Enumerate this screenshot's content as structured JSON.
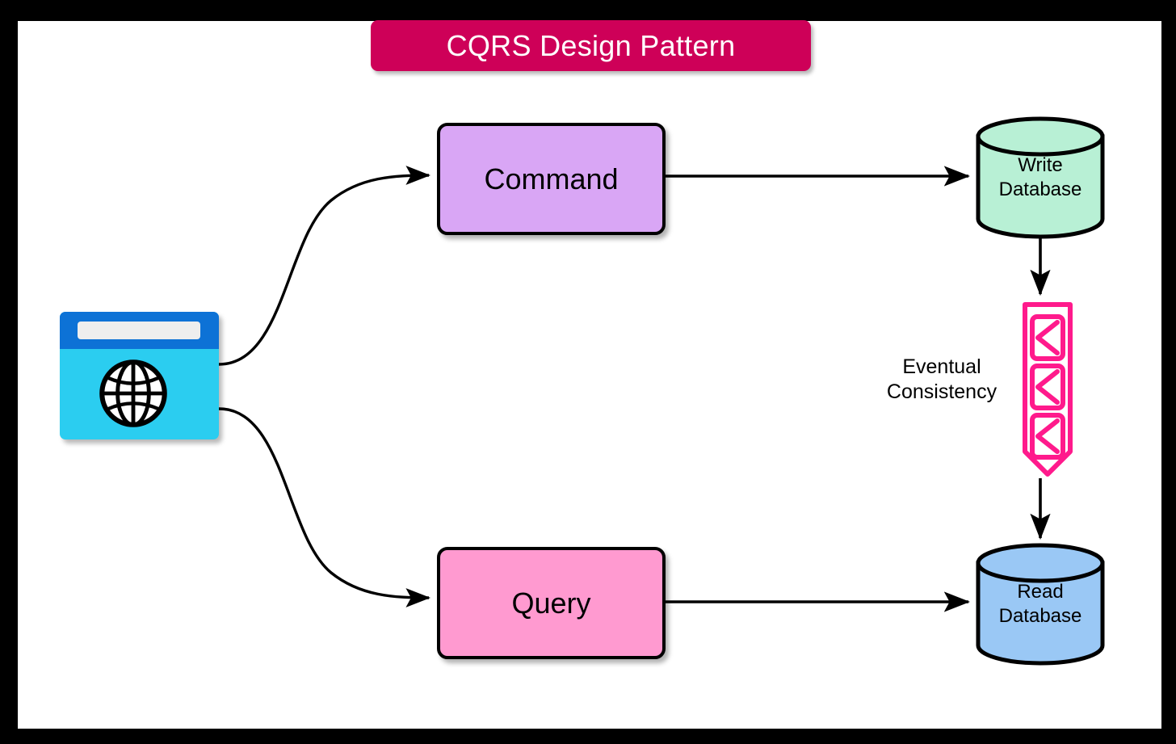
{
  "diagram": {
    "title": "CQRS Design Pattern",
    "title_bg": "#ce0058",
    "title_color": "#ffffff",
    "canvas_bg": "#ffffff",
    "frame_color": "#000000"
  },
  "nodes": {
    "client": {
      "type": "browser-window-icon",
      "label": "",
      "titlebar_color": "#0d72d6",
      "body_color": "#2bcdf0",
      "urlbar_color": "#eeeeee"
    },
    "command": {
      "label": "Command",
      "fill": "#d9a6f5",
      "stroke": "#000000"
    },
    "query": {
      "label": "Query",
      "fill": "#ff9ad0",
      "stroke": "#000000"
    },
    "write_db": {
      "label_line1": "Write",
      "label_line2": "Database",
      "fill": "#b8f0d5",
      "stroke": "#000000"
    },
    "read_db": {
      "label_line1": "Read",
      "label_line2": "Database",
      "fill": "#9ac8f5",
      "stroke": "#000000"
    },
    "queue": {
      "label_line1": "Eventual",
      "label_line2": "Consistency",
      "stroke": "#ff1a8c",
      "message_count": 3,
      "message_icon": "envelope-icon"
    }
  },
  "edges": [
    {
      "id": "client-to-command",
      "from": "client",
      "to": "command",
      "style": "curved",
      "arrow": true
    },
    {
      "id": "client-to-query",
      "from": "client",
      "to": "query",
      "style": "curved",
      "arrow": true
    },
    {
      "id": "command-to-write-db",
      "from": "command",
      "to": "write_db",
      "style": "straight",
      "arrow": true
    },
    {
      "id": "write-db-to-queue",
      "from": "write_db",
      "to": "queue",
      "style": "straight",
      "arrow": true
    },
    {
      "id": "queue-to-read-db",
      "from": "queue",
      "to": "read_db",
      "style": "straight",
      "arrow": true
    },
    {
      "id": "query-to-read-db",
      "from": "query",
      "to": "read_db",
      "style": "straight",
      "arrow": true
    }
  ]
}
